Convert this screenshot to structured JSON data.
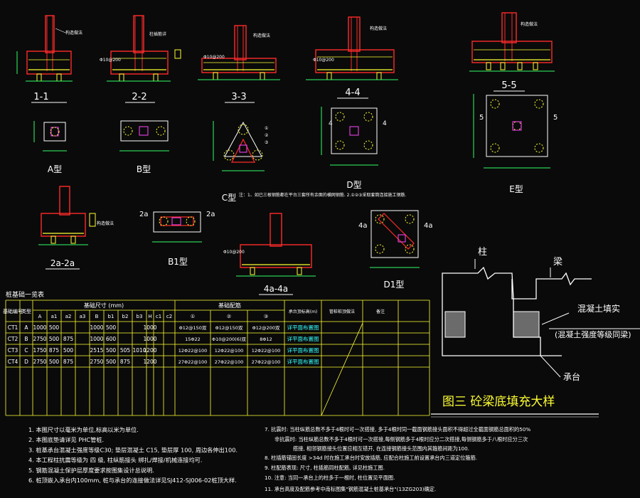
{
  "colors": {
    "background": "#0a0a0a",
    "concrete": "#ff2a2a",
    "rebar": "#ffff33",
    "pile": "#ffff33",
    "dimension": "#33ff66",
    "text": "#ffffff",
    "column": "#ff44ff",
    "cyan": "#33ffff",
    "table_line": "#ffff33"
  },
  "sections": [
    {
      "id": "s1",
      "label": "1-1"
    },
    {
      "id": "s2",
      "label": "2-2"
    },
    {
      "id": "s3",
      "label": "3-3"
    },
    {
      "id": "s4",
      "label": "4-4"
    },
    {
      "id": "s5",
      "label": "5-5"
    },
    {
      "id": "s2a",
      "label": "2a-2a"
    },
    {
      "id": "s4a",
      "label": "4a-4a"
    }
  ],
  "plan_types": {
    "A": "A型",
    "B": "B型",
    "C": "C型",
    "D": "D型",
    "E": "E型",
    "B1": "B1型",
    "D1": "D1型"
  },
  "plan_marks": {
    "d_side": "4",
    "e_side": "5",
    "b1_mark": "2a",
    "d1_mark": "4a"
  },
  "c_note": "注：1、如已三根钢筋都在平台三套所有余面的横网钢筋.  2.①②③采取套筒连接施工钢筋.",
  "table": {
    "title": "桩基础一览表",
    "group_dims": "基础尺寸 (mm)",
    "group_rebar": "基础配筋",
    "header_row": [
      "基础编号",
      "类型",
      "A",
      "a1",
      "a2",
      "a3",
      "B",
      "b1",
      "b2",
      "b3",
      "H",
      "c1",
      "c2",
      "①",
      "②",
      "③",
      "承台顶标高(m)",
      "管桩桩顶做法",
      "备注"
    ],
    "rows": [
      [
        "CT1",
        "A",
        "1000",
        "500",
        "",
        "",
        "1000",
        "500",
        "",
        "",
        "1000",
        "",
        "",
        "Φ12@150双",
        "Φ12@150双",
        "Φ12@200双",
        "详平面布置图",
        "",
        ""
      ],
      [
        "CT2",
        "B",
        "2750",
        "500",
        "875",
        "",
        "1000",
        "600",
        "",
        "",
        "1000",
        "",
        "",
        "15Φ22",
        "Φ10@200(6)双",
        "8Φ12",
        "详平面布置图",
        "",
        ""
      ],
      [
        "CT3",
        "C",
        "1750",
        "875",
        "500",
        "",
        "2515",
        "500",
        "505",
        "1010",
        "1200",
        "",
        "",
        "12Φ22@100",
        "12Φ22@100",
        "12Φ22@100",
        "详平面布置图",
        "",
        ""
      ],
      [
        "CT4",
        "D",
        "2750",
        "500",
        "875",
        "",
        "2750",
        "500",
        "875",
        "",
        "1200",
        "",
        "",
        "27Φ22@100",
        "27Φ22@100",
        "27Φ22@100",
        "详平面布置图",
        "",
        ""
      ]
    ]
  },
  "figure3": {
    "column": "柱",
    "beam": "梁",
    "fill_title": "混凝土填实",
    "fill_sub": "(混凝土强度等级同梁)",
    "cap": "承台",
    "caption": "图三  砼梁底填充大样"
  },
  "notes_left": [
    "1. 本图尺寸以毫米为单位,标高以米为单位.",
    "2. 本图底垫请详见 PHC管桩.",
    "3. 桩基承台混凝土强度等级C30; 垫层混凝土 C15, 垫层厚 100, 周边各伸出100.",
    "4. 本工程柱抗震等级为 四 级, 柱纵筋接头 绑扎/焊接/机械连接均可.",
    "5. 钢筋混凝土保护层厚度要求按图集设计总说明.",
    "6. 桩顶嵌入承台内100mm, 桩与承台的连接做法详见SJ412-SJ006-02桩顶大样."
  ],
  "notes_right": [
    "7. 抗震时: 当柱纵筋总数不多于4根时可一次搭接, 多于4根时同一截面钢筋接头面积不得超过全截面钢筋总面积的50%",
    "非抗震时: 当柱纵筋总数不多于4根时可一次搭接,每侧钢筋多于4根时应分二次搭接,每侧钢筋多于八根时应分三次",
    "搭接, 相邻钢筋接头位置应相互错开, 在连接钢筋接头范围内其箍筋间距为100.",
    "8. 柱插筋锚固长度 >34d 时在施工承台时安放插筋, 应配合柱施工前设置承台内三道定位箍筋.",
    "9. 柱配筋表现: 尺寸, 柱插筋同柱配筋, 详见柱施工图.",
    "10. 注意: 当同一承台上的柱多于一根时, 柱位置见平面图.",
    "11. 承台高度及配筋参考中南标图集\"钢筋混凝土桩基承台\"(13ZG203)确定."
  ]
}
